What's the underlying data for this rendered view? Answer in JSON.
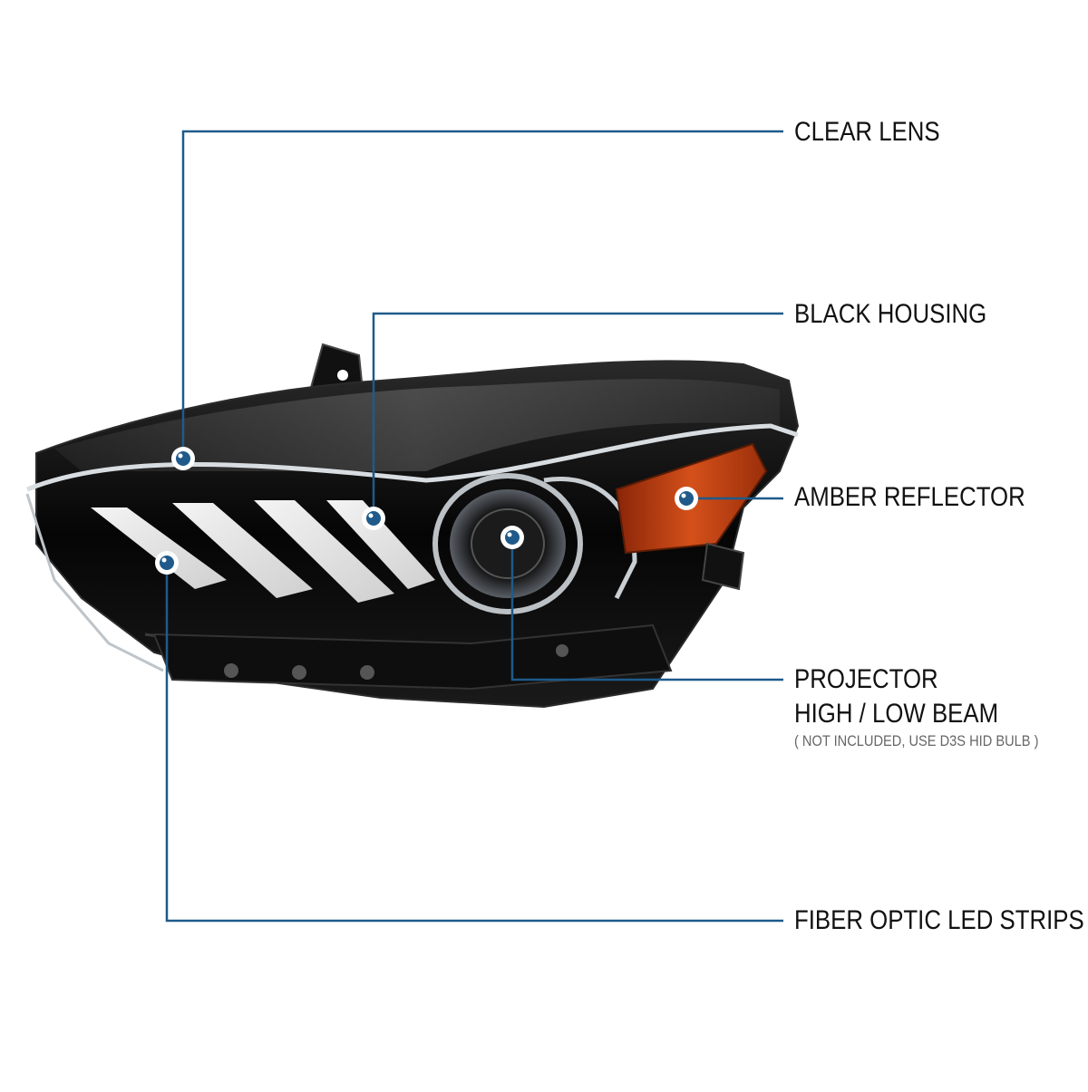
{
  "callouts": [
    {
      "id": "clear-lens",
      "label": "CLEAR LENS"
    },
    {
      "id": "black-housing",
      "label": "BLACK HOUSING"
    },
    {
      "id": "amber-reflector",
      "label": "AMBER REFLECTOR"
    },
    {
      "id": "projector",
      "label_line1": "PROJECTOR",
      "label_line2": "HIGH / LOW BEAM",
      "note": "( NOT INCLUDED, USE  D3S HID  BULB )"
    },
    {
      "id": "fiber-optic",
      "label": "FIBER OPTIC LED STRIPS"
    }
  ],
  "colors": {
    "leader_line": "#1f5a8a",
    "dot_fill": "#1f5a8a",
    "dot_ring": "#ffffff",
    "housing": "#0b0b0b",
    "chrome": "#c9ced3",
    "amber": "#c9410f",
    "led_strip": "#e8e8e8",
    "label_text": "#111111",
    "note_text": "#666666"
  }
}
